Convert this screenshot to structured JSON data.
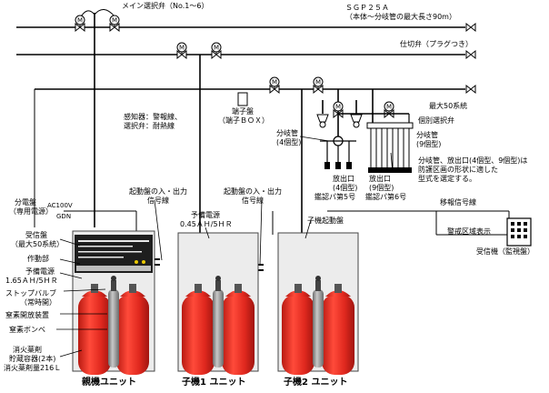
{
  "labels": {
    "main_valve": "メイン選択弁（No.1～6）",
    "sgp_line1": "ＳＧＰ２５Ａ",
    "sgp_line2": "（本体～分岐管の最大長さ90m）",
    "gate_valve": "仕切弁（プラグつき）",
    "max_systems": "最大50系統",
    "individual_valve": "個別選択弁",
    "terminal_box1": "端子盤",
    "terminal_box2": "（端子ＢＯＸ）",
    "sensor_line1": "感知器：警報線、",
    "sensor_line2": "選択弁：耐熱線",
    "branch4_1": "分岐管",
    "branch4_2": "(4個型)",
    "branch9_1": "分岐管",
    "branch9_2": "(9個型)",
    "note_line1": "分岐管、放出口(4個型、9個型)は",
    "note_line2": "防護区画の形状に適した",
    "note_line3": "型式を選定する。",
    "outlet4_1": "放出口",
    "outlet4_2": "(4個型)",
    "outlet4_3": "鑑認パ第5号",
    "outlet9_1": "放出口",
    "outlet9_2": "(9個型)",
    "outlet9_3": "鑑認パ第6号",
    "power_panel1": "分電盤",
    "power_panel2": "（専用電源）",
    "ac100v": "AC100V",
    "gdn": "GDN",
    "io_line_a1": "起動盤の入・出力",
    "io_line_a2": "信号線",
    "io_line_b1": "起動盤の入・出力",
    "io_line_b2": "信号線",
    "transfer_line": "移報信号線",
    "backup_power_mid1": "予備電源",
    "backup_power_mid2": "0.45ＡＨ/5ＨＲ",
    "sub_start_panel": "子機起動盤",
    "alarm_display": "警戒区域表示",
    "receiver_panel": "受信機（監視盤）",
    "receiver1": "受信盤",
    "receiver2": "（最大50系統）",
    "actuator": "作動部",
    "backup_power_left1": "予備電源",
    "backup_power_left2": "1.65ＡＨ/5ＨＲ",
    "stop_valve1": "ストップバルブ",
    "stop_valve2": "（常時開）",
    "nitrogen_release": "窒素開放装置",
    "nitrogen_cylinder": "窒素ボンベ",
    "agent1": "消火薬剤",
    "agent2": "貯蔵容器(2本)",
    "agent3": "消火薬剤量216Ｌ",
    "unit_main": "親機ユニット",
    "unit_sub1": "子機1 ユニット",
    "unit_sub2": "子機2 ユニット"
  },
  "icons": {
    "motor_valve": "motor-valve-icon",
    "gate_valve": "gate-valve-icon",
    "nozzle": "nozzle-icon",
    "cylinder": "cylinder-icon"
  },
  "colors": {
    "cylinder_red": "#e0281e",
    "cylinder_gray": "#9a9a9a",
    "cabinet": "#ececec",
    "pipe": "#000000"
  }
}
